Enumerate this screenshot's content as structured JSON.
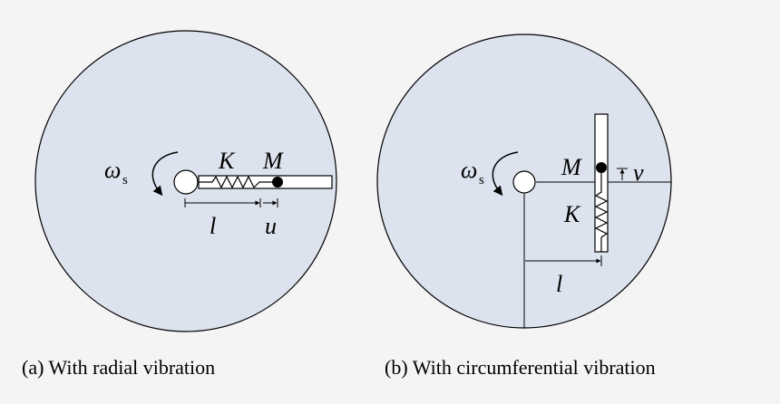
{
  "colors": {
    "background": "#f4f4f4",
    "disk_fill": "#dde3ee",
    "stroke": "#000000"
  },
  "panel_a": {
    "caption": "(a) With radial vibration",
    "omega": "ω",
    "omega_sub": "s",
    "spring": "K",
    "mass": "M",
    "length": "l",
    "displacement": "u"
  },
  "panel_b": {
    "caption": "(b) With circumferential vibration",
    "omega": "ω",
    "omega_sub": "s",
    "spring": "K",
    "mass": "M",
    "length": "l",
    "displacement": "v"
  }
}
